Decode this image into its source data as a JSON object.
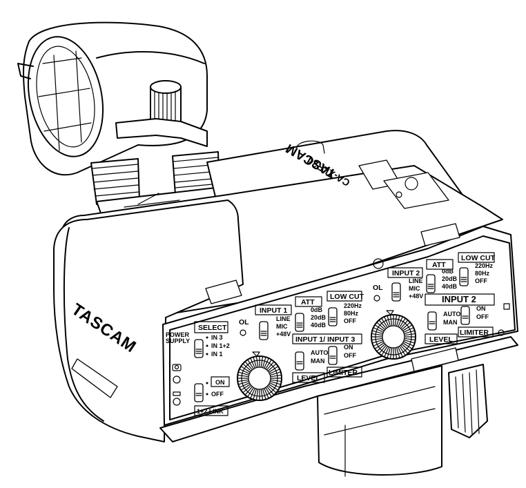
{
  "brand": {
    "front_logo": "TASCAM",
    "top_logo": "TASCAM",
    "model": "CA-XLR2d"
  },
  "panel": {
    "power_supply": "POWER\nSUPPLY",
    "select": {
      "title": "SELECT",
      "options": [
        "IN 3",
        "IN 1+2",
        "IN 1"
      ]
    },
    "link": {
      "options": [
        "ON",
        "OFF"
      ],
      "title": "1+2 LINK"
    },
    "ch1": {
      "ol": "OL",
      "input_title": "INPUT 1",
      "input_options": [
        "LINE",
        "MIC",
        "+48V"
      ],
      "att_title": "ATT",
      "att_options": [
        "0dB",
        "20dB",
        "40dB"
      ],
      "lowcut_title": "LOW CUT",
      "lowcut_options": [
        "220Hz",
        "80Hz",
        "OFF"
      ],
      "bar_title": "INPUT 1/ INPUT 3",
      "level_options": [
        "AUTO",
        "MAN"
      ],
      "limiter_options": [
        "ON",
        "OFF"
      ],
      "level_title": "LEVEL",
      "limiter_title": "LIMITER"
    },
    "ch2": {
      "ol": "OL",
      "input_title": "INPUT 2",
      "input_options": [
        "LINE",
        "MIC",
        "+48V"
      ],
      "att_title": "ATT",
      "att_options": [
        "0dB",
        "20dB",
        "40dB"
      ],
      "lowcut_title": "LOW CUT",
      "lowcut_options": [
        "220Hz",
        "80Hz",
        "OFF"
      ],
      "bar_title": "INPUT 2",
      "level_options": [
        "AUTO",
        "MAN"
      ],
      "limiter_options": [
        "ON",
        "OFF"
      ],
      "level_title": "LEVEL",
      "limiter_title": "LIMITER"
    }
  }
}
